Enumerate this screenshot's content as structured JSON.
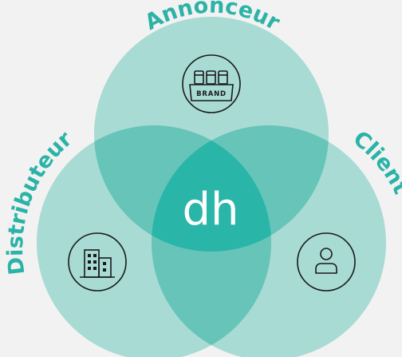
{
  "diagram": {
    "center_label": "dh",
    "circles": {
      "annonceur": {
        "label": "Annonceur",
        "icon": "brand-products-icon",
        "icon_text": "BRAND"
      },
      "distributeur": {
        "label": "Distributeur",
        "icon": "building-icon"
      },
      "client": {
        "label": "Client",
        "icon": "person-icon"
      }
    }
  },
  "colors": {
    "background": "#f2f2f2",
    "circle_fill": "#a8dbd4",
    "pair_overlap": "#66c4b8",
    "center_overlap": "#29b5a8",
    "label_color": "#2ab3a6",
    "icon_stroke": "#1a1a1a",
    "center_text": "#ffffff"
  }
}
